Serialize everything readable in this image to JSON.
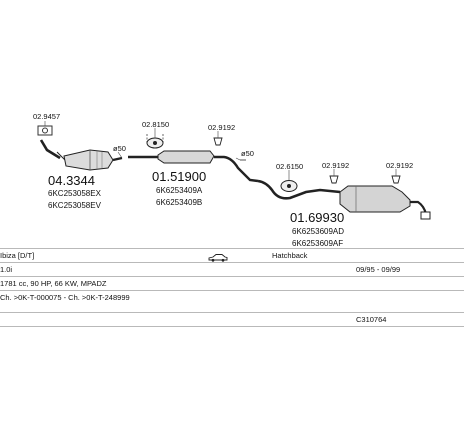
{
  "parts": [
    {
      "id": "p1",
      "number": "04.3344",
      "refs": [
        "6KC253058EX",
        "6KC253058EV"
      ],
      "clamp": "ø50"
    },
    {
      "id": "p2",
      "number": "01.51900",
      "refs": [
        "6K6253409A",
        "6K6253409B"
      ],
      "clamp": "ø50"
    },
    {
      "id": "p3",
      "number": "01.69930",
      "refs": [
        "6K6253609AD",
        "6K6253609AF"
      ]
    }
  ],
  "accessories": [
    {
      "id": "a1",
      "code": "02.9457"
    },
    {
      "id": "a2",
      "code": "02.8150"
    },
    {
      "id": "a3",
      "code": "02.9192"
    },
    {
      "id": "a4",
      "code": "02.6150"
    },
    {
      "id": "a5",
      "code": "02.9192"
    },
    {
      "id": "a6",
      "code": "02.9192"
    }
  ],
  "vehicle": {
    "model": "Ibiza [D/T]",
    "body": "Hatchback",
    "engine": "1.0i",
    "years": "09/95 - 09/99",
    "spec": "1781 cc, 90 HP, 66 KW, MPADZ",
    "chassis": "Ch. >0K-T-000075 - Ch. >0K-T-248999",
    "catalog_no": "C310764"
  },
  "icons": {
    "car": "car-icon"
  }
}
